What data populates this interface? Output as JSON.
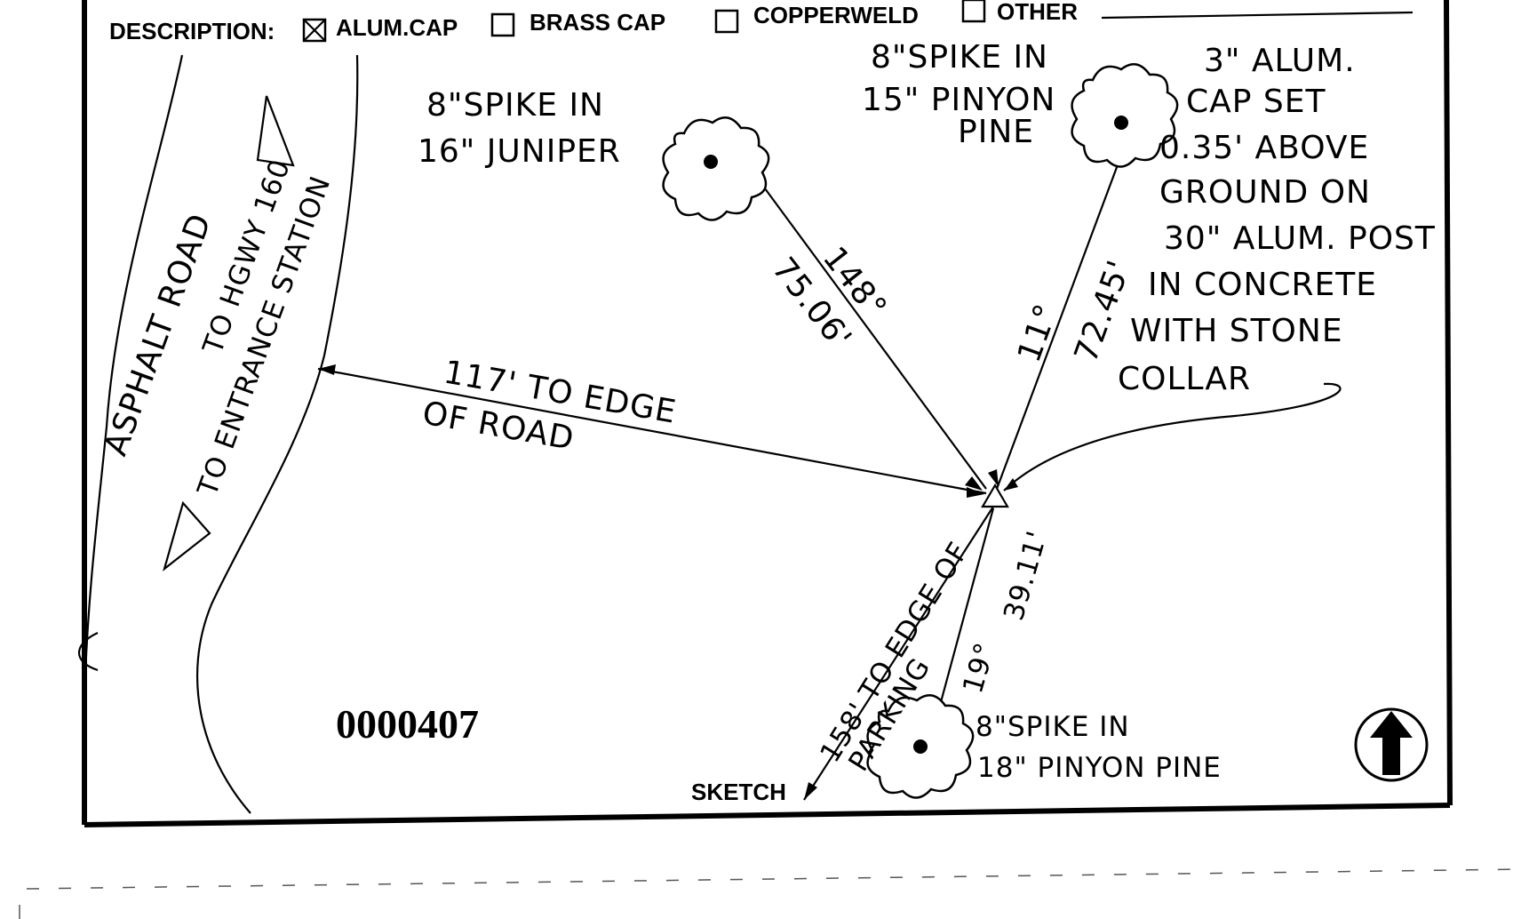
{
  "description": {
    "label": "DESCRIPTION:",
    "options": [
      {
        "label": "ALUM.CAP",
        "checked": true
      },
      {
        "label": "BRASS CAP",
        "checked": false
      },
      {
        "label": "COPPERWELD",
        "checked": false
      },
      {
        "label": "OTHER",
        "checked": false
      }
    ]
  },
  "road": {
    "label": "ASPHALT ROAD",
    "to_highway": "TO HGWY 160",
    "to_station": "TO ENTRANCE STATION"
  },
  "references": {
    "juniper": {
      "line1": "8\"SPIKE IN",
      "line2": "16\" JUNIPER",
      "bearing": "148°",
      "distance": "75.06'"
    },
    "pinyon_north": {
      "line1": "8\"SPIKE IN",
      "line2": "15\" PINYON",
      "line3": "PINE",
      "bearing": "11°",
      "distance": "72.45'"
    },
    "pinyon_south": {
      "line1": "8\"SPIKE IN",
      "line2": "18\" PINYON  PINE",
      "bearing": "19°",
      "distance": "39.11'"
    }
  },
  "monument_note": [
    "3\" ALUM.",
    "CAP SET",
    "0.35' ABOVE",
    "GROUND  ON",
    "30\" ALUM. POST",
    "IN CONCRETE",
    "WITH STONE",
    "COLLAR"
  ],
  "road_distance": {
    "line1": "117' TO EDGE",
    "line2": "OF ROAD"
  },
  "parking_distance": {
    "line1": "158' TO EDGE OF",
    "line2": "PARKING"
  },
  "stamp_number": "0000407",
  "sketch_label": "SKETCH",
  "north_arrow": "north-arrow-icon"
}
